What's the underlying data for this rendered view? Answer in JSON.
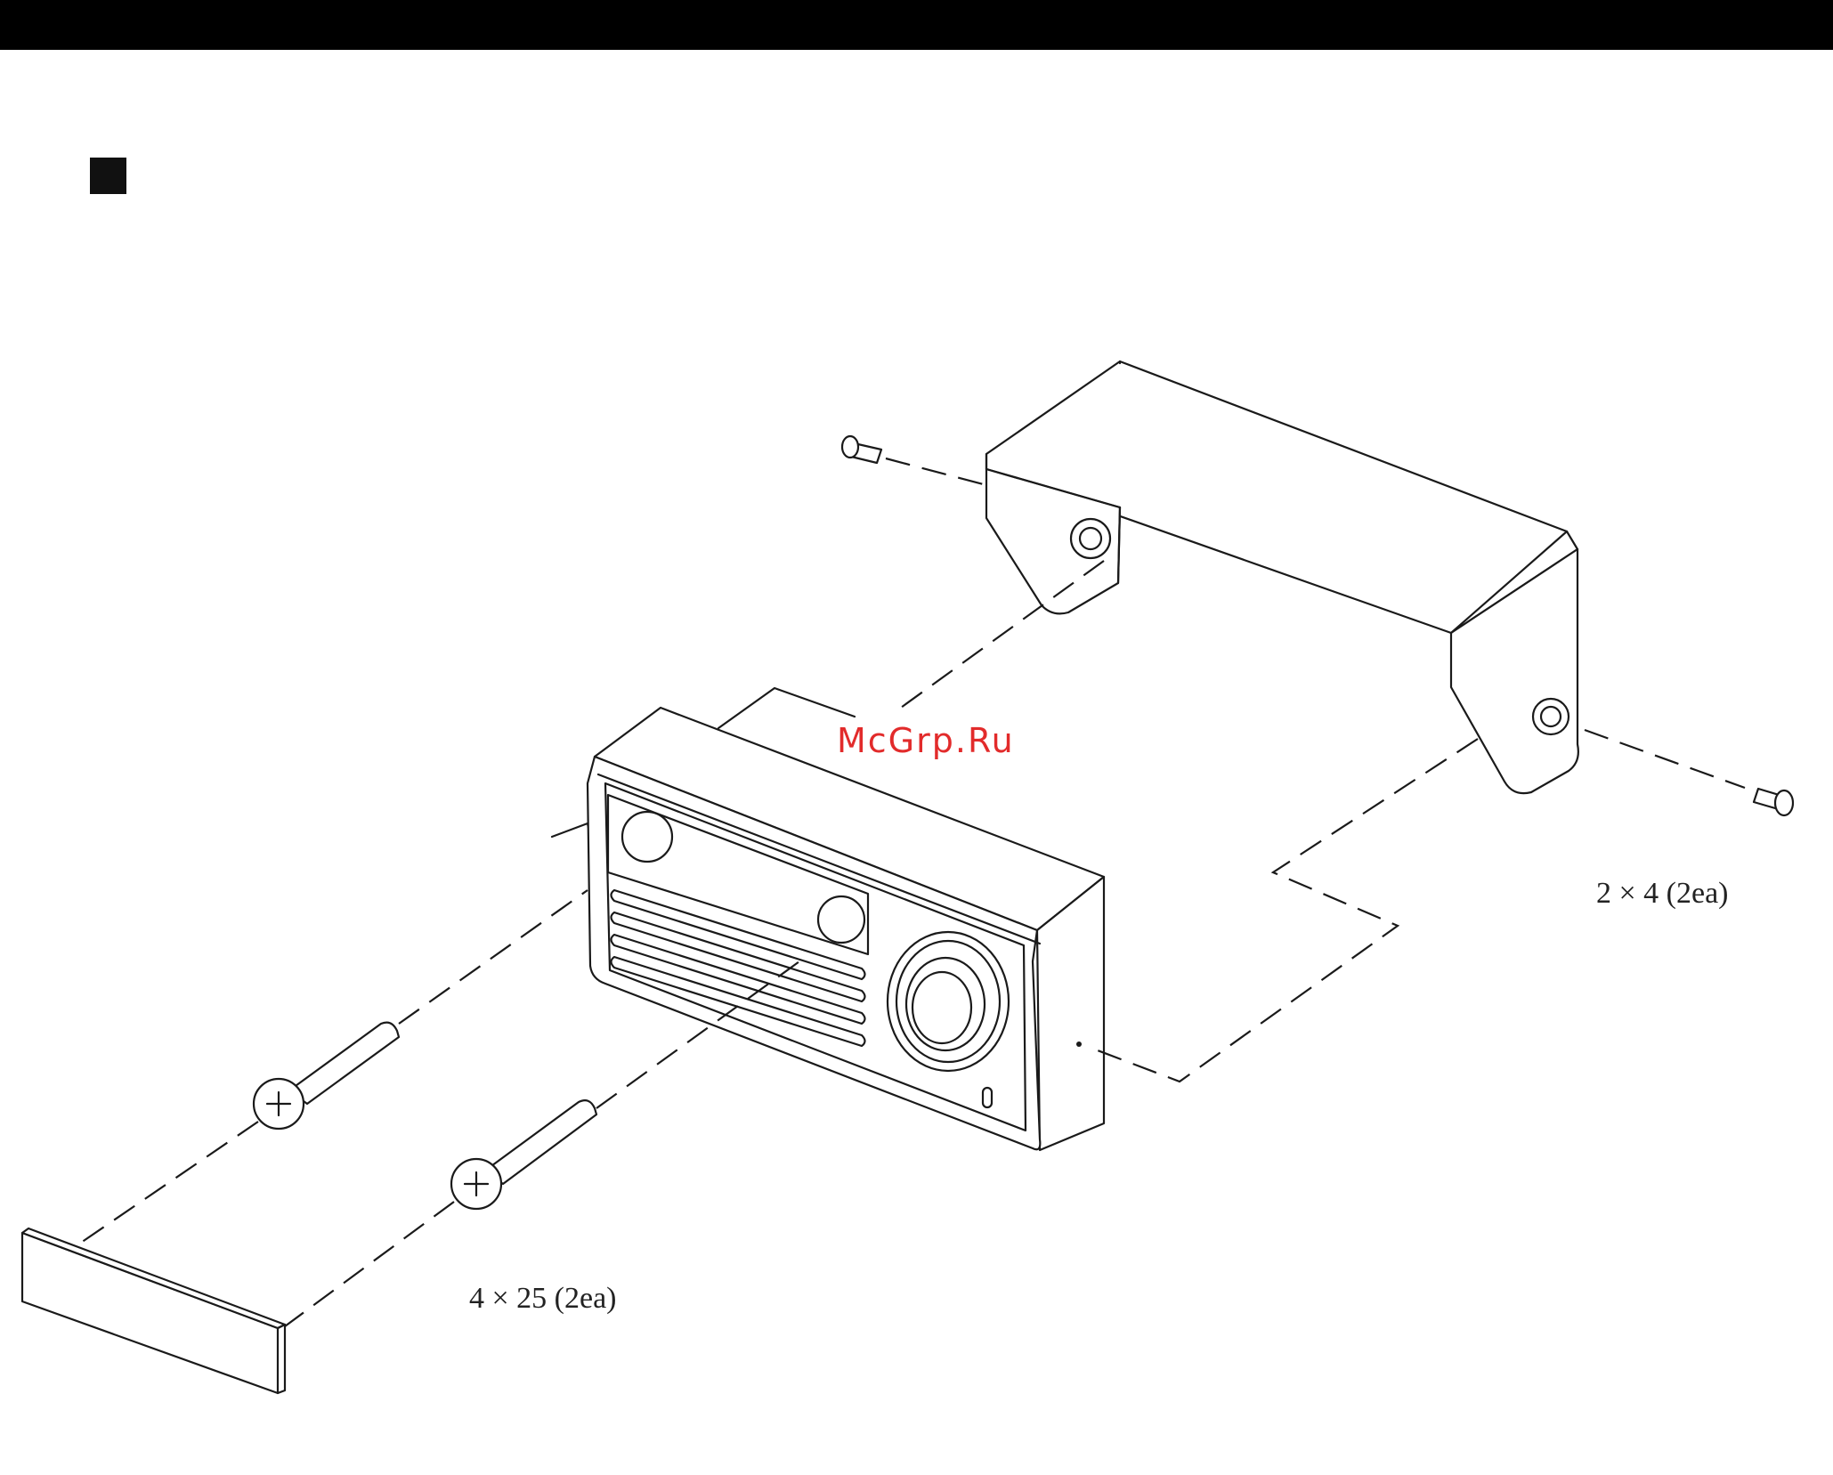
{
  "labels": {
    "small_screw": "2 × 4 (2ea)",
    "large_screw": "4 × 25 (2ea)"
  },
  "watermark": "McGrp.Ru",
  "colors": {
    "header_bar": "#000000",
    "line": "#1a1a1a",
    "watermark": "#e22b2b"
  },
  "icons": {
    "section_marker": "filled-square"
  }
}
